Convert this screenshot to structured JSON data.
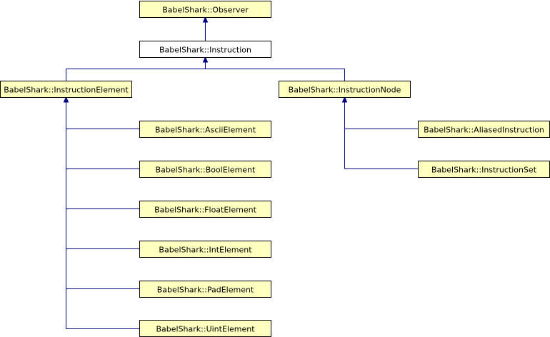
{
  "diagram": {
    "nodes": {
      "observer": "BabelShark::Observer",
      "instruction": "BabelShark::Instruction",
      "instruction_element": "BabelShark::InstructionElement",
      "instruction_node": "BabelShark::InstructionNode",
      "ascii_element": "BabelShark::AsciiElement",
      "bool_element": "BabelShark::BoolElement",
      "float_element": "BabelShark::FloatElement",
      "int_element": "BabelShark::IntElement",
      "pad_element": "BabelShark::PadElement",
      "uint_element": "BabelShark::UintElement",
      "aliased_instruction": "BabelShark::AliasedInstruction",
      "instruction_set": "BabelShark::InstructionSet"
    },
    "current_node": "instruction",
    "colors": {
      "node_fill": "#ffffc0",
      "current_fill": "#ffffff",
      "border": "#000000",
      "edge": "#000080"
    }
  }
}
